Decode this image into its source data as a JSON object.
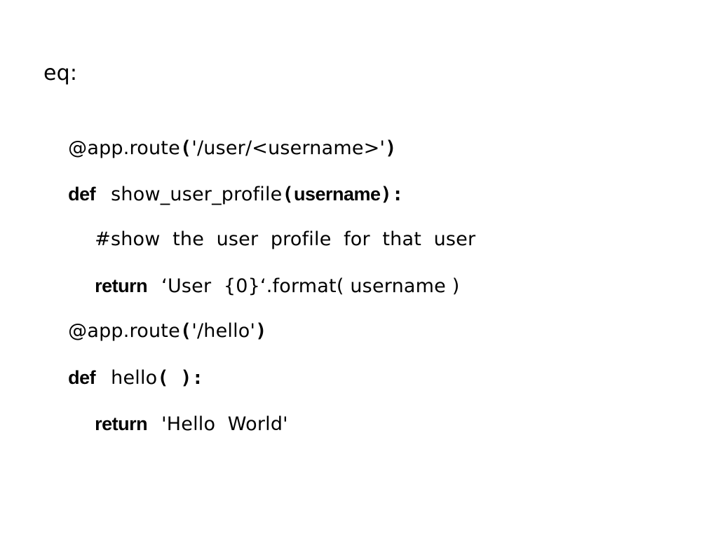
{
  "heading": "eq:",
  "code": {
    "line1": {
      "decorator": "@app.route",
      "open_paren": "(",
      "arg": "'/user/<username>'",
      "close_paren": ")"
    },
    "line2": {
      "keyword": "def",
      "func_name": "show_user_profile",
      "open_paren": "(",
      "param": "username",
      "close": "):"
    },
    "line3": {
      "comment": "#show  the  user  profile  for  that  user"
    },
    "line4": {
      "keyword": "return",
      "string": "‘User  {0}‘",
      "method": ".format",
      "open_paren": "(",
      "param": " username ",
      "close_paren": ")"
    },
    "line5": {
      "decorator": "@app.route",
      "open_paren": "(",
      "arg": "'/hello'",
      "close_paren": ")"
    },
    "line6": {
      "keyword": "def",
      "func_name": "hello",
      "parens": "( ):"
    },
    "line7": {
      "keyword": "return",
      "string": "'Hello  World'"
    }
  }
}
